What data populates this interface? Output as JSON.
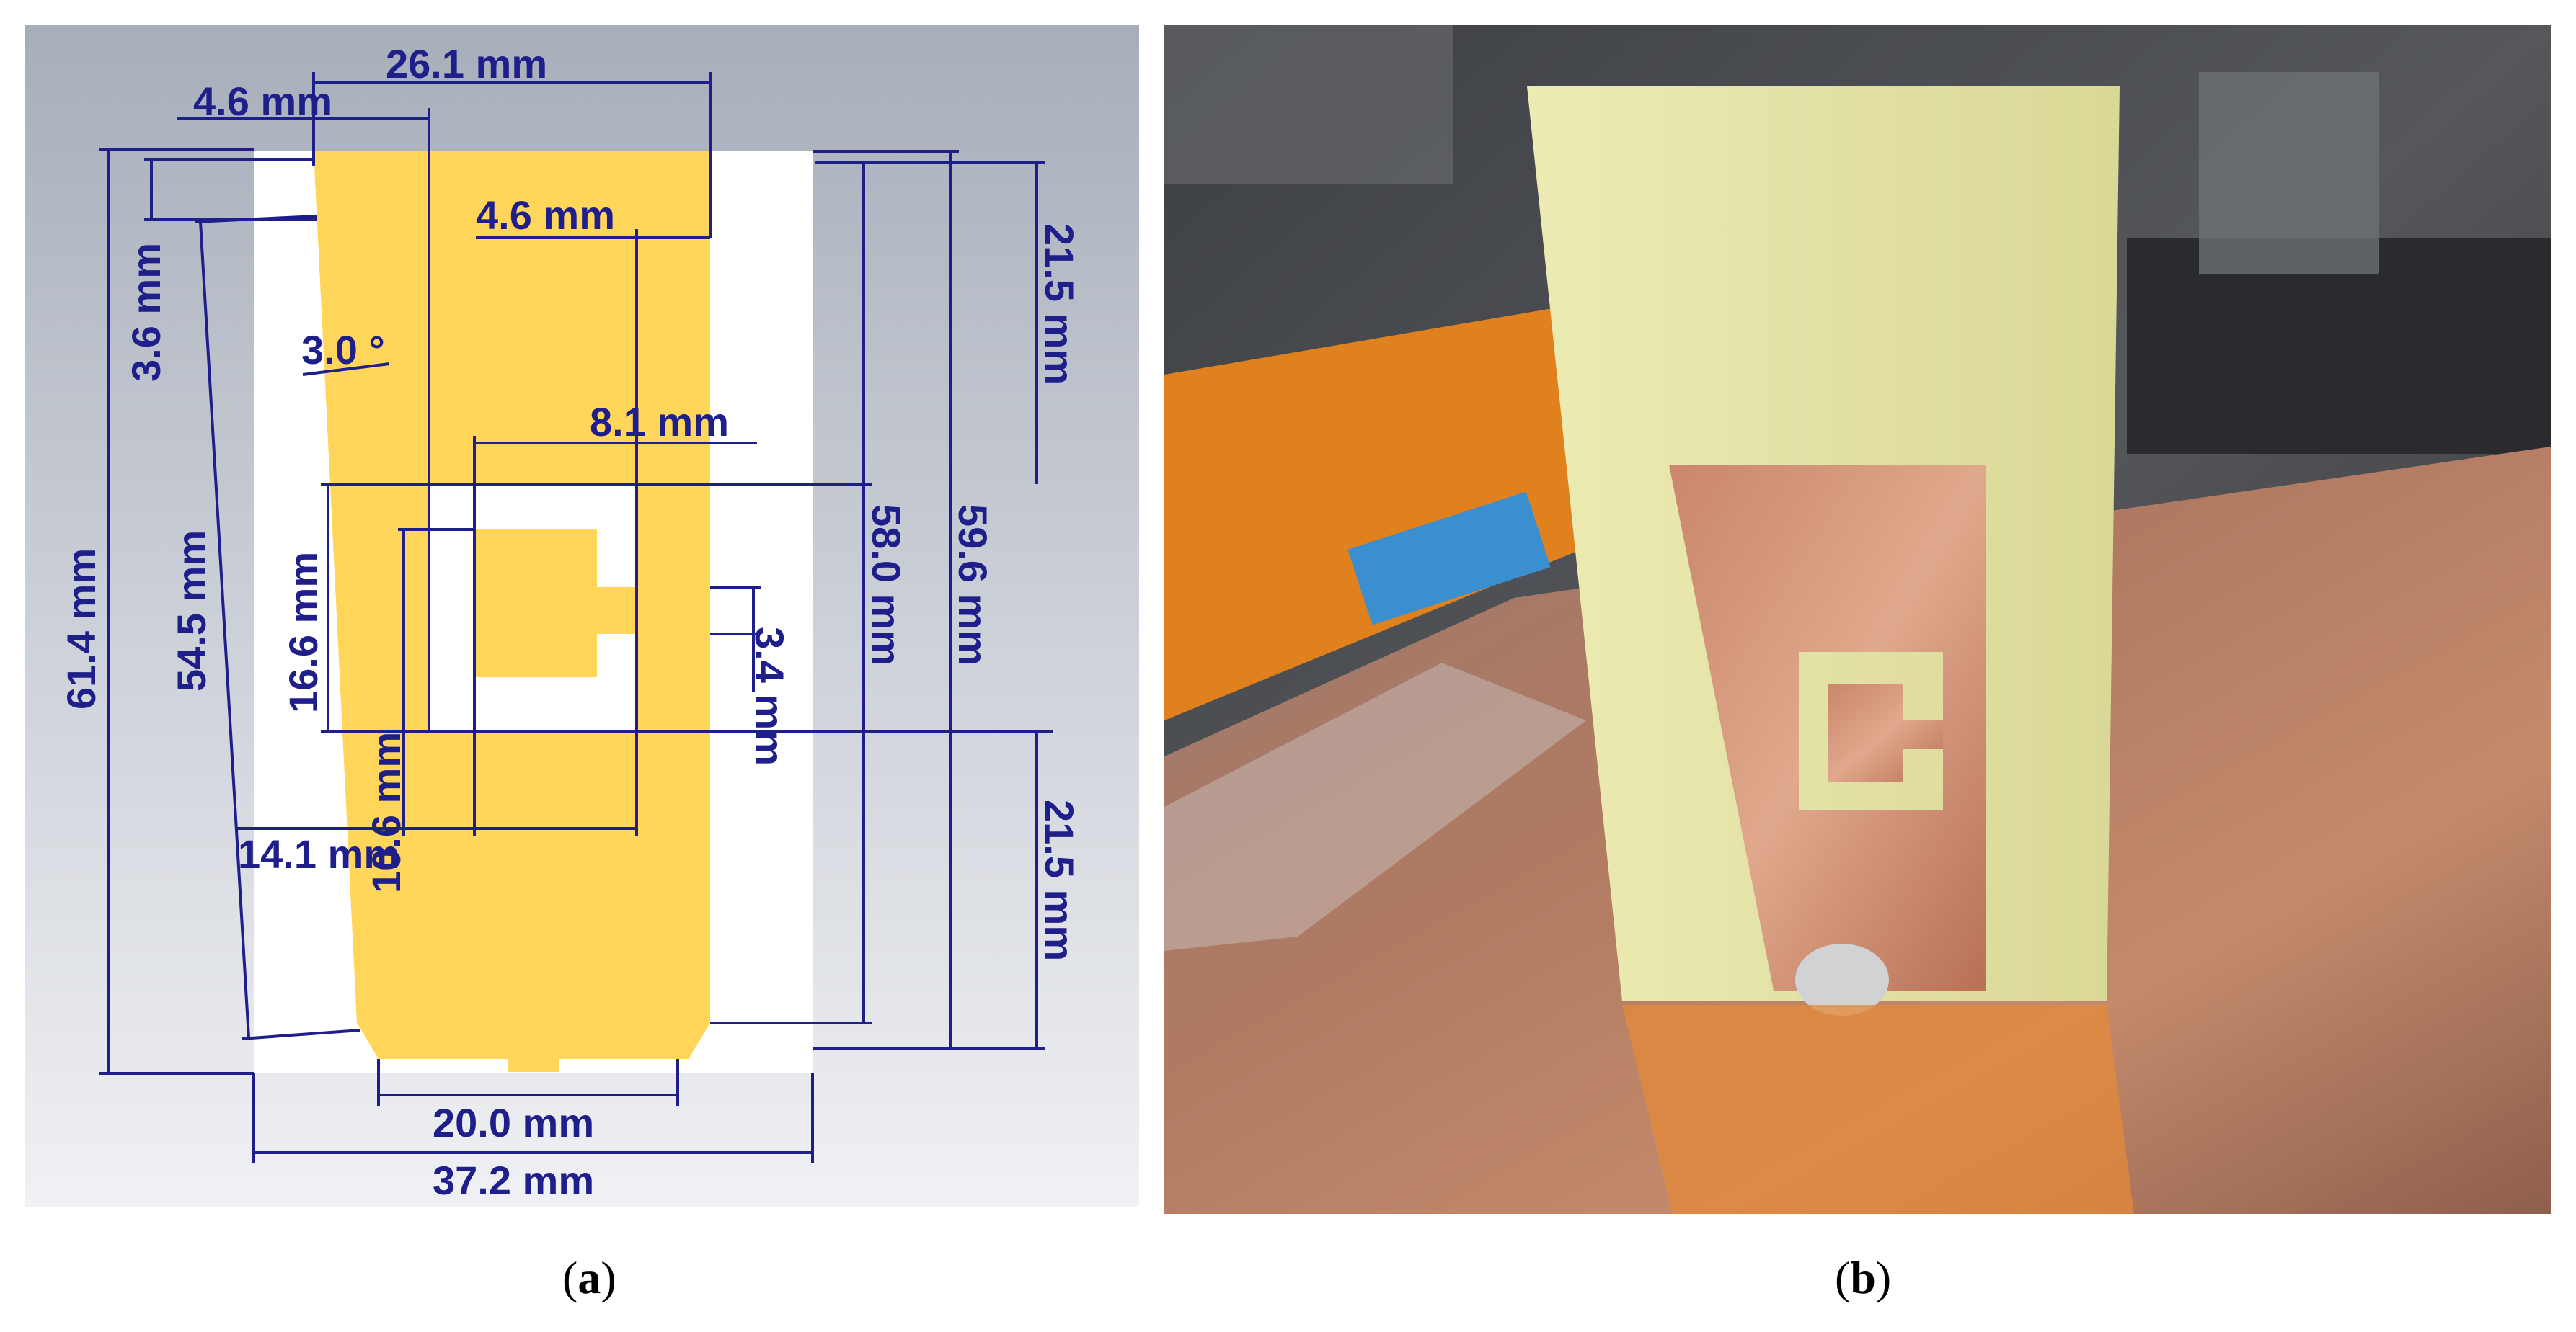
{
  "panel_a": {
    "caption_letter": "a",
    "substrate_color": "#ffffff",
    "patch_color": "#ffd65a",
    "background_top": "#a7aeba",
    "background_bottom": "#f0f1f4",
    "dimension_color": "#1f1f8c",
    "dimensions": {
      "top_width": "26.1 mm",
      "top_left_offset": "4.6 mm",
      "slot_offset": "4.6 mm",
      "left_small": "3.6 mm",
      "taper_angle": "3.0 °",
      "top_section_height": "21.5 mm",
      "slot_width": "8.1 mm",
      "total_height": "61.4 mm",
      "taper_edge": "54.5 mm",
      "slot_height": "16.6 mm",
      "inner_height": "10.6 mm",
      "gap": "3.4 mm",
      "patch_height": "58.0 mm",
      "substrate_inner_height": "59.6 mm",
      "bottom_section_height": "21.5 mm",
      "left_offset": "14.1 mm",
      "bottom_width": "20.0 mm",
      "substrate_width": "37.2 mm"
    }
  },
  "panel_b": {
    "caption_letter": "b",
    "substrate_color": "#e8e7a8",
    "copper_color": "#c98a6a",
    "ground_color": "#a8735f",
    "background_color": "#4a4c50",
    "orange_color": "#e0811e"
  }
}
